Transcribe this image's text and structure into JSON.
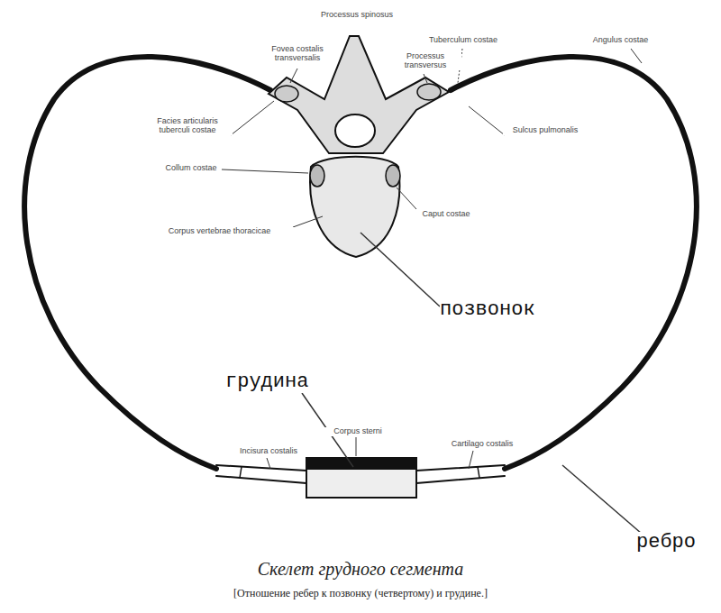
{
  "diagram": {
    "caption": "Скелет грудного сегмента",
    "labels": [
      "Processus spinosus",
      "Tuberculum costae",
      "Angulus costae",
      "Fovea costalis transversalis",
      "Processus transversus",
      "Facies articularis tuberculi costae",
      "Sulcus pulmonalis",
      "Collum costae",
      "Caput costae",
      "Corpus vertebrae thoracicae",
      "позвонок",
      "грудина",
      "Incisura costalis",
      "Corpus sterni",
      "Cartilago costalis",
      "ребро",
      "[Отношение ребер к позвонку (четвертому) и грудине.]"
    ]
  }
}
